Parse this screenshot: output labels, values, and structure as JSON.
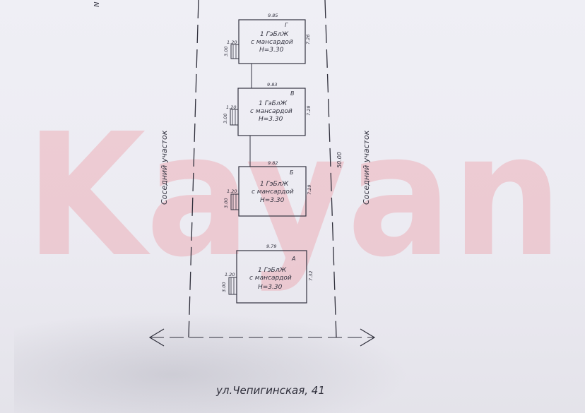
{
  "plan": {
    "site_length": "50.00",
    "left_neighbor": "Соседний участок",
    "right_neighbor": "Соседний участок",
    "street": "ул.Чепигинская, 41",
    "corner_mark": "N"
  },
  "houses": [
    {
      "letter": "Г",
      "line1": "1 ГэБлЖ",
      "line2": "с мансардой",
      "line3": "Н=3.30",
      "width": "9.85",
      "depth": "7.26",
      "porch_depth": "1.20",
      "porch_width": "3.00"
    },
    {
      "letter": "В",
      "line1": "1 ГэБлЖ",
      "line2": "с мансардой",
      "line3": "Н=3.30",
      "width": "9.83",
      "depth": "7.29",
      "porch_depth": "1.20",
      "porch_width": "3.00"
    },
    {
      "letter": "Б",
      "line1": "1 ГэБлЖ",
      "line2": "с мансардой",
      "line3": "Н=3.30",
      "width": "9.82",
      "depth": "7.29",
      "porch_depth": "1.20",
      "porch_width": "3.00"
    },
    {
      "letter": "А",
      "line1": "1 ГэБлЖ",
      "line2": "с мансардой",
      "line3": "Н=3.30",
      "width": "9.79",
      "depth": "7.32",
      "porch_depth": "1.20",
      "porch_width": "3.00"
    }
  ],
  "watermark": "Kayan",
  "colors": {
    "paper": "#efeff5",
    "ink": "#333340",
    "watermark": "#ec7882"
  }
}
